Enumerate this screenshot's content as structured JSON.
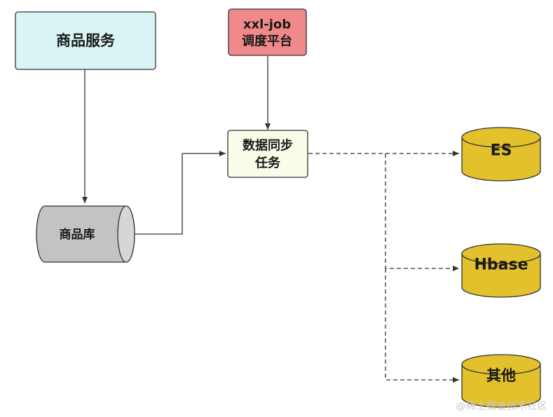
{
  "nodes": {
    "product_service": {
      "label": "商品服务",
      "fill": "#d9f4f5",
      "stroke": "#333333"
    },
    "scheduler": {
      "line1": "xxl-job",
      "line2": "调度平台",
      "fill": "#f08a8a",
      "stroke": "#333333"
    },
    "sync_task": {
      "line1": "数据同步",
      "line2": "任务",
      "fill": "#fbfbea",
      "stroke": "#333333"
    },
    "product_db": {
      "label": "商品库",
      "fill": "#c3c3c3",
      "stroke": "#333333"
    },
    "es": {
      "label": "ES",
      "fill": "#e2c12c",
      "stroke": "#333333"
    },
    "hbase": {
      "label": "Hbase",
      "fill": "#e2c12c",
      "stroke": "#333333"
    },
    "other": {
      "label": "其他",
      "fill": "#e2c12c",
      "stroke": "#333333"
    }
  },
  "watermark": "@稀土掘金技术社区"
}
